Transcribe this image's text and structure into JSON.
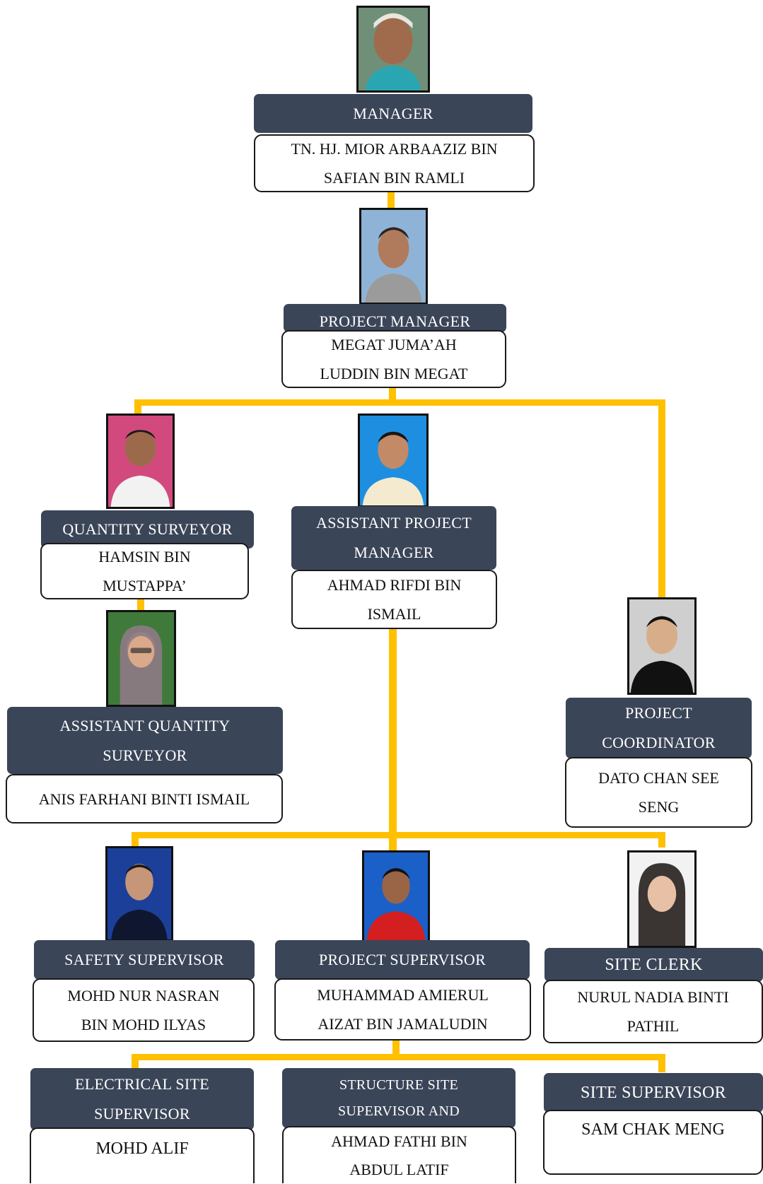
{
  "positions": {
    "manager": {
      "role": "MANAGER",
      "name": "TN. HJ. MIOR ARBAAZIZ BIN SAFIAN BIN RAMLI",
      "photo_icon": "manager-portrait-icon"
    },
    "project_manager": {
      "role": "PROJECT MANAGER",
      "name": "MEGAT JUMA’AH LUDDIN BIN MEGAT",
      "photo_icon": "project-manager-portrait-icon"
    },
    "quantity_surveyor": {
      "role": "QUANTITY SURVEYOR",
      "name": "HAMSIN BIN MUSTAPPA’",
      "photo_icon": "quantity-surveyor-portrait-icon"
    },
    "assistant_project_manager": {
      "role": "ASSISTANT PROJECT MANAGER",
      "name": "AHMAD RIFDI BIN ISMAIL",
      "photo_icon": "assistant-project-manager-portrait-icon"
    },
    "assistant_quantity_surveyor": {
      "role": "ASSISTANT QUANTITY SURVEYOR",
      "name": "ANIS FARHANI BINTI ISMAIL",
      "photo_icon": "assistant-quantity-surveyor-portrait-icon"
    },
    "project_coordinator": {
      "role": "PROJECT COORDINATOR",
      "name": "DATO CHAN SEE SENG",
      "photo_icon": "project-coordinator-portrait-icon"
    },
    "safety_supervisor": {
      "role": "SAFETY SUPERVISOR",
      "name": "MOHD NUR NASRAN BIN MOHD ILYAS",
      "photo_icon": "safety-supervisor-portrait-icon"
    },
    "project_supervisor": {
      "role": "PROJECT SUPERVISOR",
      "name": "MUHAMMAD AMIERUL AIZAT BIN JAMALUDIN",
      "photo_icon": "project-supervisor-portrait-icon"
    },
    "site_clerk": {
      "role": "SITE CLERK",
      "name": "NURUL NADIA BINTI PATHIL",
      "photo_icon": "site-clerk-portrait-icon"
    },
    "electrical_site_supervisor": {
      "role": "ELECTRICAL SITE SUPERVISOR",
      "name": "MOHD ALIF"
    },
    "structure_site_supervisor": {
      "role": "STRUCTURE SITE SUPERVISOR AND",
      "name": "AHMAD FATHI BIN ABDUL LATIF"
    },
    "site_supervisor": {
      "role": "SITE SUPERVISOR",
      "name": "SAM CHAK MENG"
    }
  },
  "colors": {
    "connector": "#FFC000",
    "role_box": "#3b4558",
    "name_border": "#1a1a1a"
  }
}
